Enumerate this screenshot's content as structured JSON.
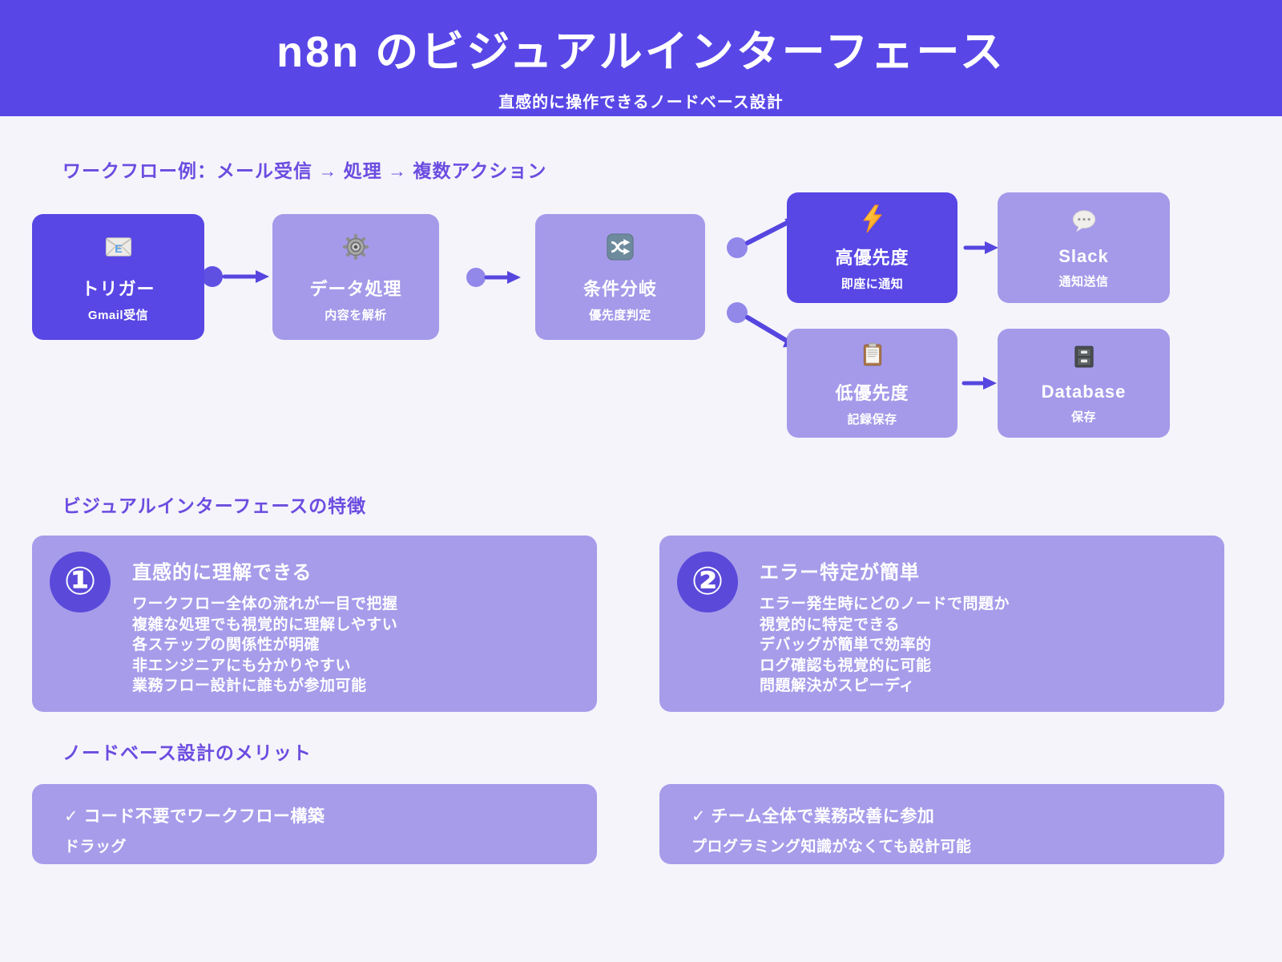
{
  "header": {
    "title": "n8n のビジュアルインターフェース",
    "subtitle": "直感的に操作できるノードベース設計"
  },
  "workflow": {
    "heading": "ワークフロー例：メール受信 → 処理 → 複数アクション",
    "nodes": [
      {
        "id": "trigger",
        "icon_name": "email-icon",
        "emoji": "📧",
        "title": "トリガー",
        "subtitle": "Gmail受信",
        "variant": "dark"
      },
      {
        "id": "process",
        "icon_name": "gear-icon",
        "emoji": "⚙️",
        "title": "データ処理",
        "subtitle": "内容を解析",
        "variant": "light"
      },
      {
        "id": "branch",
        "icon_name": "shuffle-icon",
        "emoji": "🔀",
        "title": "条件分岐",
        "subtitle": "優先度判定",
        "variant": "light"
      },
      {
        "id": "high",
        "icon_name": "lightning-icon",
        "emoji": "⚡",
        "title": "高優先度",
        "subtitle": "即座に通知",
        "variant": "dark"
      },
      {
        "id": "slack",
        "icon_name": "speech-balloon-icon",
        "emoji": "💬",
        "title": "Slack",
        "subtitle": "通知送信",
        "variant": "light"
      },
      {
        "id": "low",
        "icon_name": "clipboard-icon",
        "emoji": "📋",
        "title": "低優先度",
        "subtitle": "記録保存",
        "variant": "light"
      },
      {
        "id": "database",
        "icon_name": "file-cabinet-icon",
        "emoji": "🗄️",
        "title": "Database",
        "subtitle": "保存",
        "variant": "light"
      }
    ]
  },
  "features": {
    "heading": "ビジュアルインターフェースの特徴",
    "cards": [
      {
        "number": "①",
        "title": "直感的に理解できる",
        "lines": [
          "ワークフロー全体の流れが一目で把握",
          "複雑な処理でも視覚的に理解しやすい",
          "各ステップの関係性が明確",
          "非エンジニアにも分かりやすい",
          "業務フロー設計に誰もが参加可能"
        ]
      },
      {
        "number": "②",
        "title": "エラー特定が簡単",
        "lines": [
          "エラー発生時にどのノードで問題か",
          "視覚的に特定できる",
          "デバッグが簡単で効率的",
          "ログ確認も視覚的に可能",
          "問題解決がスピーディ"
        ]
      }
    ]
  },
  "merits": {
    "heading": "ノードベース設計のメリット",
    "cards": [
      {
        "line1": "✓ コード不要でワークフロー構築",
        "line2": "ドラッグ"
      },
      {
        "line1": "✓ チーム全体で業務改善に参加",
        "line2": "プログラミング知識がなくても設計可能"
      }
    ]
  },
  "colors": {
    "page_bg": "#f5f4fb",
    "header_bg": "#5847e6",
    "node_dark": "#5847e4",
    "node_light": "#a49ae9",
    "card_bg": "#a69cea",
    "badge_bg": "#5b49da",
    "heading_text": "#6b4ce0",
    "connector": "#5646df",
    "text_on_purple": "#ffffff"
  }
}
